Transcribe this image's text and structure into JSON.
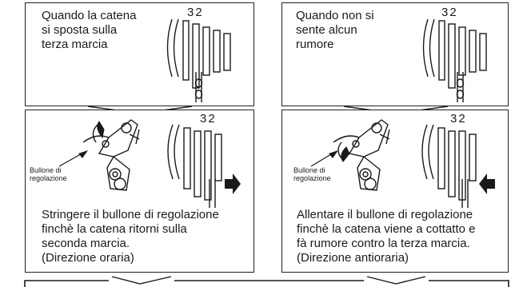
{
  "panels": [
    {
      "id": "top-left",
      "text": "Quando la catena\nsi sposta sulla\nterza marcia",
      "gear_numbers": "32"
    },
    {
      "id": "top-right",
      "text": "Quando non si\nsente alcun\nrumore",
      "gear_numbers": "32"
    },
    {
      "id": "mid-left",
      "text": "Stringere il bullone di regolazione\nfinchè la catena ritorni sulla\nseconda marcia.\n(Direzione oraria)",
      "gear_numbers": "32",
      "callout": "Bullone di\nregolazione",
      "arrow_direction": "right"
    },
    {
      "id": "mid-right",
      "text": "Allentare il bullone di regolazione\nfinchè la catena viene a cottatto e\nfà rumore contro la terza marcia.\n(Direzione antioraria)",
      "gear_numbers": "32",
      "callout": "Bullone di\nregolazione",
      "arrow_direction": "left"
    }
  ],
  "colors": {
    "line": "#1a1a1a",
    "background": "#ffffff"
  }
}
